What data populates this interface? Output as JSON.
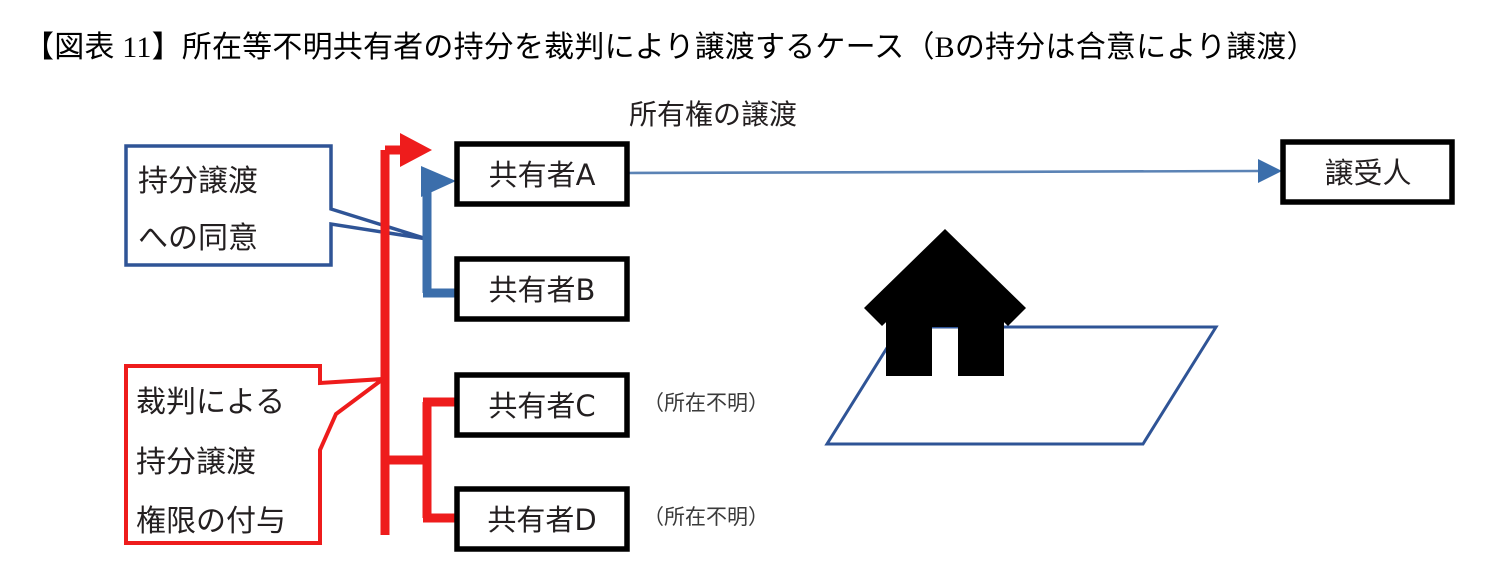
{
  "figure": {
    "title": "【図表 11】所在等不明共有者の持分を裁判により譲渡するケース（Bの持分は合意により譲渡）",
    "header_label": "所有権の譲渡"
  },
  "colors": {
    "blue_accent": "#3b6eab",
    "blue_callout_border": "#2f5496",
    "red_accent": "#ee1c1c",
    "box_border": "#000000",
    "text": "#231f20",
    "note_text": "#3a3a3a",
    "land_outline": "#2f5496",
    "house_fill": "#000000"
  },
  "callouts": [
    {
      "id": "consent-callout",
      "name": "consent-callout",
      "lines": [
        "持分譲渡",
        "への同意"
      ],
      "border_color": "#2f5496"
    },
    {
      "id": "court-authority-callout",
      "name": "court-authority-callout",
      "lines": [
        "裁判による",
        "持分譲渡",
        "権限の付与"
      ],
      "border_color": "#ee1c1c"
    }
  ],
  "owner_boxes": [
    {
      "id": "owner-a",
      "label": "共有者A",
      "note": ""
    },
    {
      "id": "owner-b",
      "label": "共有者B",
      "note": ""
    },
    {
      "id": "owner-c",
      "label": "共有者C",
      "note": "（所在不明）"
    },
    {
      "id": "owner-d",
      "label": "共有者D",
      "note": "（所在不明）"
    }
  ],
  "transferee_box": {
    "id": "transferee",
    "label": "譲受人"
  },
  "property_illustration": {
    "name": "house-on-land-illustration",
    "house": "house-icon",
    "land": "land-parcel-icon"
  }
}
